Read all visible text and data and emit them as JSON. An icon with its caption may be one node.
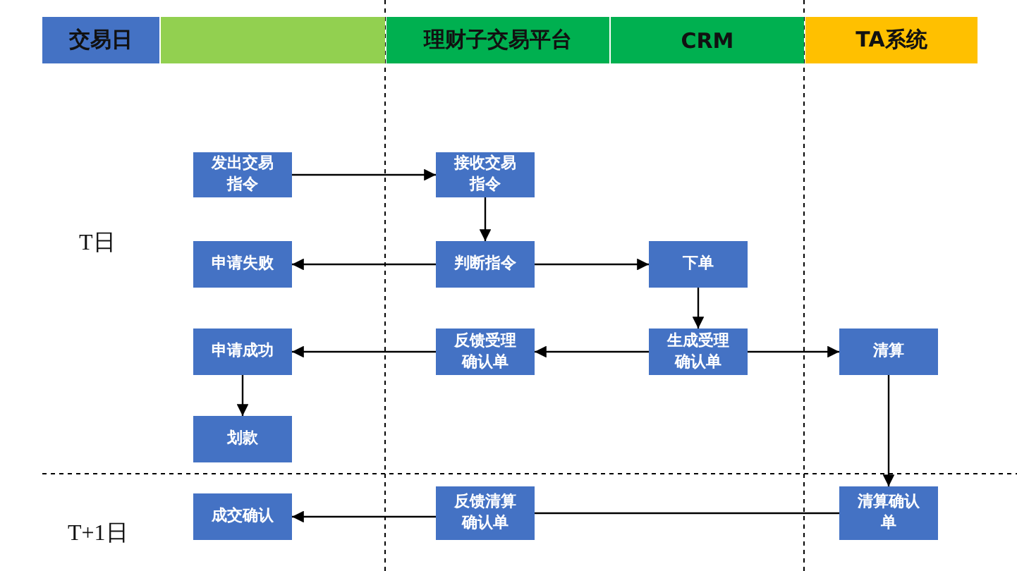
{
  "diagram": {
    "nodes": [
      {
        "text": [
          "交易日"
        ]
      },
      {
        "text": [],
        "shape": "bar"
      },
      {
        "text": [
          "理财子交易平台"
        ]
      },
      {
        "text": [
          "CRM"
        ]
      },
      {
        "text": [
          "TA系统"
        ]
      },
      {
        "text": [
          "发出交易指令"
        ]
      },
      {
        "text": [
          "接收交易指令"
        ]
      },
      {
        "text": [
          "申请失败"
        ]
      },
      {
        "text": [
          "判断指令"
        ]
      },
      {
        "text": [
          "下单"
        ]
      },
      {
        "text": [
          "申请成功"
        ]
      },
      {
        "text": [
          "反馈受理确认单"
        ]
      },
      {
        "text": [
          "生成受理确认单"
        ]
      },
      {
        "text": [
          "清算"
        ]
      },
      {
        "text": [
          "划款"
        ]
      },
      {
        "text": [
          "成交确认"
        ]
      },
      {
        "text": [
          "反馈清算确认单"
        ]
      },
      {
        "text": [
          "清算确认单"
        ]
      }
    ],
    "edges": [
      {
        "from": 5,
        "to": 6,
        "arrow": "to"
      },
      {
        "from": 6,
        "to": 8,
        "arrow": "to"
      },
      {
        "from": 8,
        "to": 7,
        "arrow": "to"
      },
      {
        "from": 8,
        "to": 9,
        "arrow": "to"
      },
      {
        "from": 9,
        "to": 12,
        "arrow": "to"
      },
      {
        "from": 12,
        "to": 11,
        "arrow": "to"
      },
      {
        "from": 11,
        "to": 10,
        "arrow": "to"
      },
      {
        "from": 12,
        "to": 13,
        "arrow": "to"
      },
      {
        "from": 10,
        "to": 14,
        "arrow": "to"
      },
      {
        "from": 13,
        "to": 17,
        "arrow": "to"
      },
      {
        "from": 17,
        "to": 16,
        "arrow": "none"
      },
      {
        "from": 16,
        "to": 15,
        "arrow": "to"
      }
    ],
    "labels": [
      "T日",
      "T+1日"
    ]
  }
}
